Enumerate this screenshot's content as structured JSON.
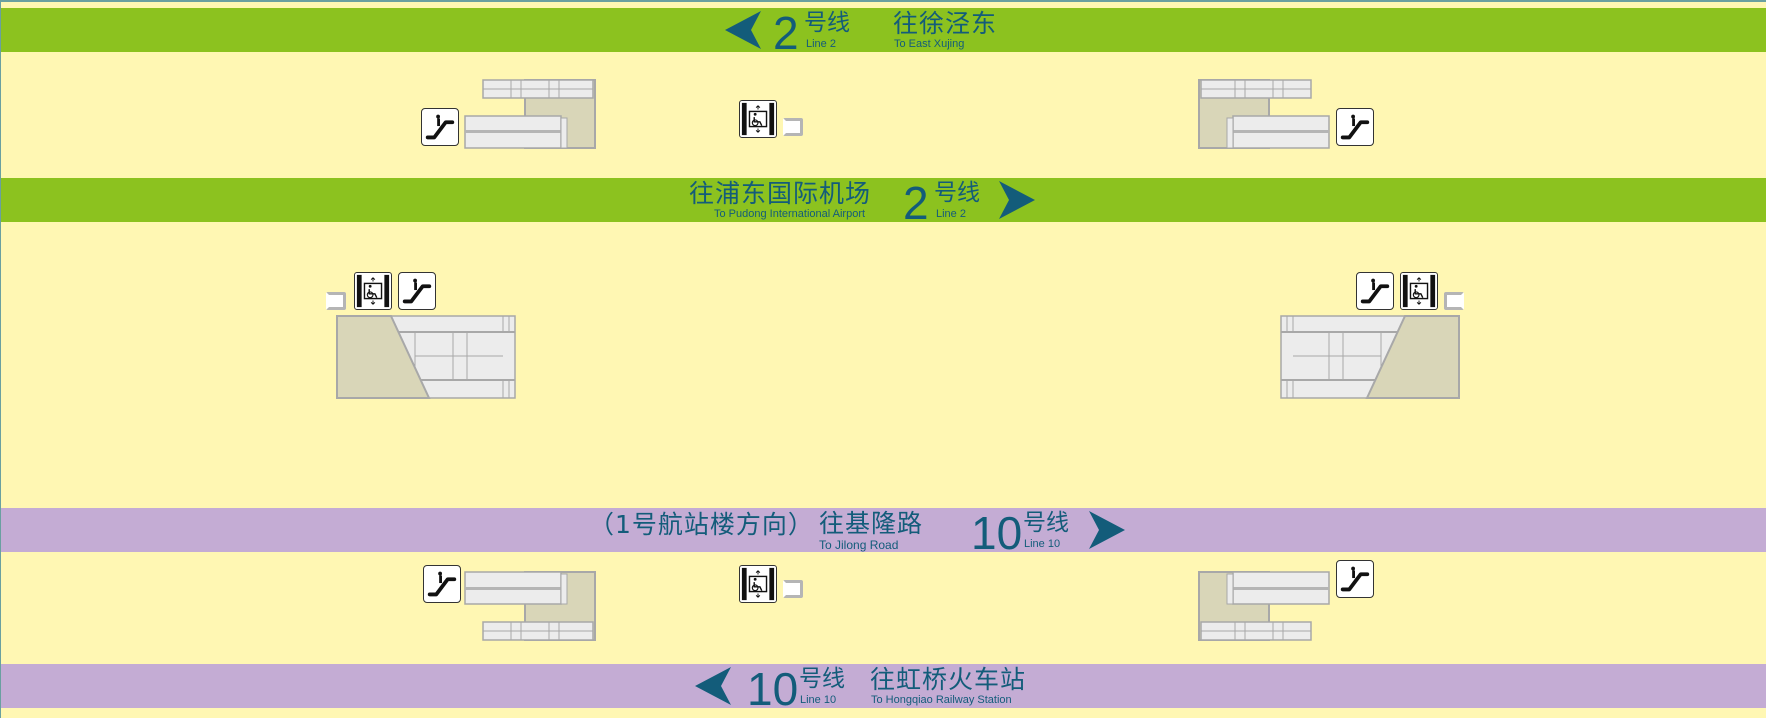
{
  "colors": {
    "background": "#fff7b3",
    "line2": "#8cc21f",
    "line10": "#c4acd4",
    "text": "#135c7a",
    "stair_fill": "#d9d6b8",
    "step_fill": "#ececec",
    "outline": "#a8a8a8"
  },
  "bands": [
    {
      "id": "line2-westbound",
      "line_number": "2",
      "line_cn": "号线",
      "line_en": "Line 2",
      "dest_cn": "往徐泾东",
      "dest_en": "To East Xujing",
      "direction": "left",
      "arrow_icon": "arrow-left-icon"
    },
    {
      "id": "line2-eastbound",
      "line_number": "2",
      "line_cn": "号线",
      "line_en": "Line 2",
      "dest_cn": "往浦东国际机场",
      "dest_en": "To Pudong International Airport",
      "direction": "right",
      "arrow_icon": "arrow-right-icon"
    },
    {
      "id": "line10-eastbound",
      "line_number": "10",
      "line_cn": "号线",
      "line_en": "Line 10",
      "note_cn": "（1号航站楼方向）",
      "dest_cn": "往基隆路",
      "dest_en": "To Jilong Road",
      "direction": "right",
      "arrow_icon": "arrow-right-icon"
    },
    {
      "id": "line10-westbound",
      "line_number": "10",
      "line_cn": "号线",
      "line_en": "Line 10",
      "dest_cn": "往虹桥火车站",
      "dest_en": "To Hongqiao Railway Station",
      "direction": "left",
      "arrow_icon": "arrow-left-icon"
    }
  ],
  "facilities": {
    "escalator_icon": "escalator-icon",
    "elevator_icon": "accessible-elevator-icon",
    "stairs": "stair-escalator-block"
  }
}
